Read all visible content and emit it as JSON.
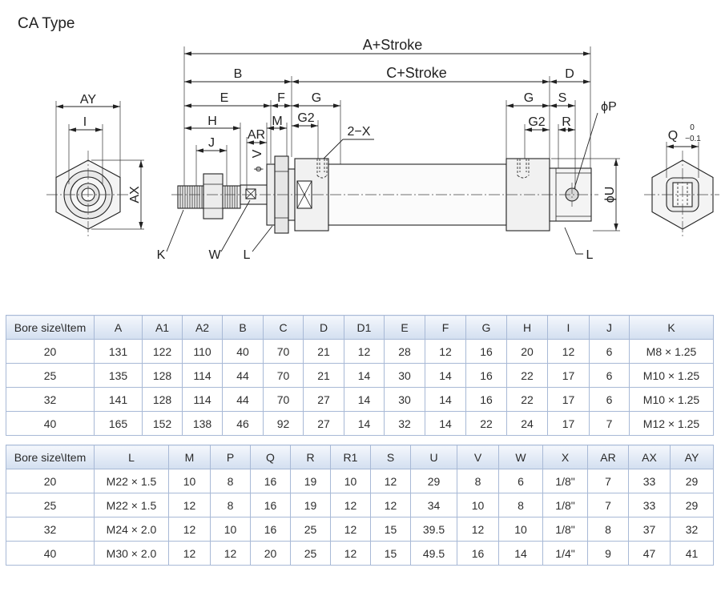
{
  "title": "CA Type",
  "drawing": {
    "a_stroke": "A+Stroke",
    "b": "B",
    "c_stroke": "C+Stroke",
    "d": "D",
    "e": "E",
    "f": "F",
    "g_front": "G",
    "g_rear": "G",
    "s": "S",
    "phi_p": "ϕP",
    "ay": "AY",
    "i": "I",
    "h": "H",
    "j": "J",
    "m": "M",
    "g2_front": "G2",
    "g2_rear": "G2",
    "r": "R",
    "port_callout": "2−X",
    "ar": "AR",
    "v": "V",
    "phi_v": "ϕ",
    "ax": "AX",
    "phi_u": "ϕU",
    "q": "Q",
    "q_tol_upper": "0",
    "q_tol_lower": "−0.1",
    "k": "K",
    "w": "W",
    "l_front": "L",
    "l_rear": "L"
  },
  "tables": [
    {
      "columns": [
        "Bore size\\Item",
        "A",
        "A1",
        "A2",
        "B",
        "C",
        "D",
        "D1",
        "E",
        "F",
        "G",
        "H",
        "I",
        "J",
        "K"
      ],
      "rows": [
        [
          "20",
          "131",
          "122",
          "110",
          "40",
          "70",
          "21",
          "12",
          "28",
          "12",
          "16",
          "20",
          "12",
          "6",
          "M8 × 1.25"
        ],
        [
          "25",
          "135",
          "128",
          "114",
          "44",
          "70",
          "21",
          "14",
          "30",
          "14",
          "16",
          "22",
          "17",
          "6",
          "M10 × 1.25"
        ],
        [
          "32",
          "141",
          "128",
          "114",
          "44",
          "70",
          "27",
          "14",
          "30",
          "14",
          "16",
          "22",
          "17",
          "6",
          "M10 × 1.25"
        ],
        [
          "40",
          "165",
          "152",
          "138",
          "46",
          "92",
          "27",
          "14",
          "32",
          "14",
          "22",
          "24",
          "17",
          "7",
          "M12 × 1.25"
        ]
      ]
    },
    {
      "columns": [
        "Bore size\\Item",
        "L",
        "M",
        "P",
        "Q",
        "R",
        "R1",
        "S",
        "U",
        "V",
        "W",
        "X",
        "AR",
        "AX",
        "AY"
      ],
      "rows": [
        [
          "20",
          "M22 × 1.5",
          "10",
          "8",
          "16",
          "19",
          "10",
          "12",
          "29",
          "8",
          "6",
          "1/8\"",
          "7",
          "33",
          "29"
        ],
        [
          "25",
          "M22 × 1.5",
          "12",
          "8",
          "16",
          "19",
          "12",
          "12",
          "34",
          "10",
          "8",
          "1/8\"",
          "7",
          "33",
          "29"
        ],
        [
          "32",
          "M24 × 2.0",
          "12",
          "10",
          "16",
          "25",
          "12",
          "15",
          "39.5",
          "12",
          "10",
          "1/8\"",
          "8",
          "37",
          "32"
        ],
        [
          "40",
          "M30 × 2.0",
          "12",
          "12",
          "20",
          "25",
          "12",
          "15",
          "49.5",
          "16",
          "14",
          "1/4\"",
          "9",
          "47",
          "41"
        ]
      ]
    }
  ]
}
